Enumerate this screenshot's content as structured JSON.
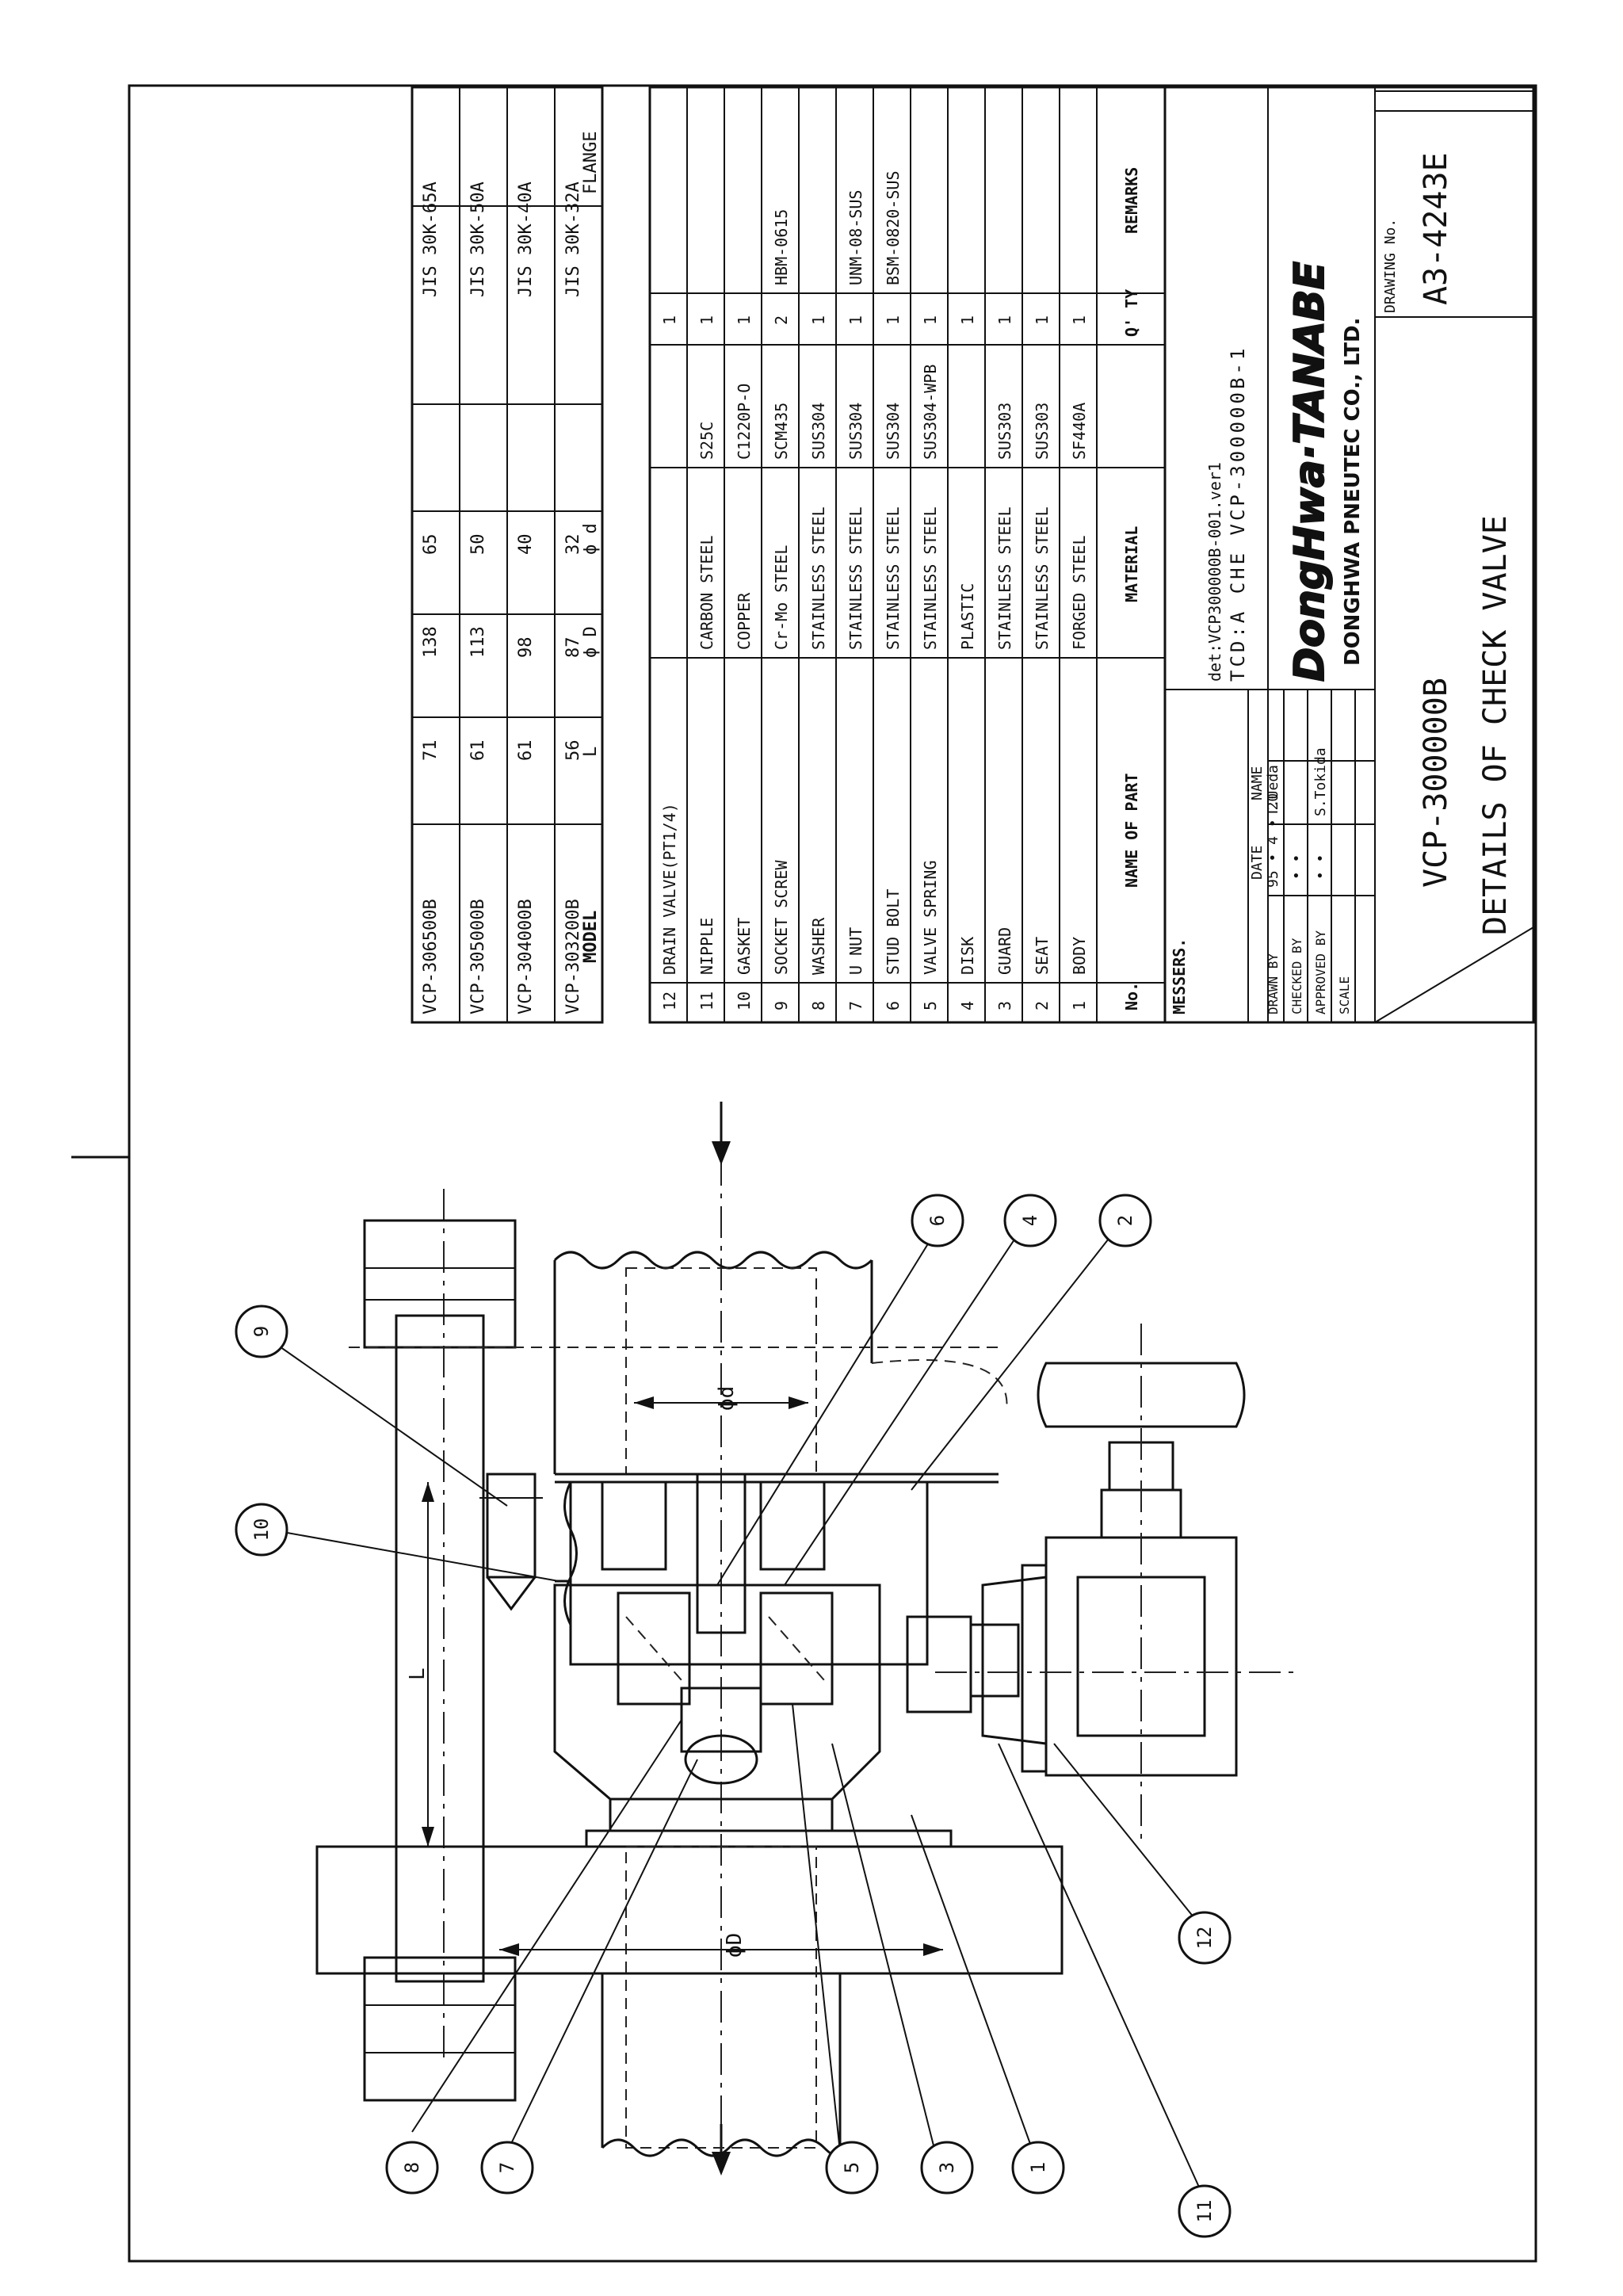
{
  "flange_table": {
    "headers": {
      "model": "MODEL",
      "l": "L",
      "d_outer": "ϕ D",
      "d_inner": "ϕ d",
      "flange": "FLANGE"
    },
    "rows": [
      {
        "model": "VCP-306500B",
        "l": "71",
        "d_outer": "138",
        "d_inner": "65",
        "flange": "JIS 30K-65A"
      },
      {
        "model": "VCP-305000B",
        "l": "61",
        "d_outer": "113",
        "d_inner": "50",
        "flange": "JIS 30K-50A"
      },
      {
        "model": "VCP-304000B",
        "l": "61",
        "d_outer": "98",
        "d_inner": "40",
        "flange": "JIS 30K-40A"
      },
      {
        "model": "VCP-303200B",
        "l": "56",
        "d_outer": "87",
        "d_inner": "32",
        "flange": "JIS 30K-32A"
      }
    ]
  },
  "parts_table": {
    "headers": {
      "no": "No.",
      "name": "NAME OF PART",
      "material": "MATERIAL",
      "qty": "Q' TY",
      "remarks": "REMARKS"
    },
    "rows": [
      {
        "no": "12",
        "name": "DRAIN VALVE(PT1/4)",
        "material1": "",
        "material2": "",
        "qty": "1",
        "remarks": ""
      },
      {
        "no": "11",
        "name": "NIPPLE",
        "material1": "CARBON STEEL",
        "material2": "S25C",
        "qty": "1",
        "remarks": ""
      },
      {
        "no": "10",
        "name": "GASKET",
        "material1": "COPPER",
        "material2": "C1220P-O",
        "qty": "1",
        "remarks": ""
      },
      {
        "no": "9",
        "name": "SOCKET SCREW",
        "material1": "Cr-Mo STEEL",
        "material2": "SCM435",
        "qty": "2",
        "remarks": "HBM-0615"
      },
      {
        "no": "8",
        "name": "WASHER",
        "material1": "STAINLESS STEEL",
        "material2": "SUS304",
        "qty": "1",
        "remarks": ""
      },
      {
        "no": "7",
        "name": "U NUT",
        "material1": "STAINLESS STEEL",
        "material2": "SUS304",
        "qty": "1",
        "remarks": "UNM-08-SUS"
      },
      {
        "no": "6",
        "name": "STUD BOLT",
        "material1": "STAINLESS STEEL",
        "material2": "SUS304",
        "qty": "1",
        "remarks": "BSM-0820-SUS"
      },
      {
        "no": "5",
        "name": "VALVE SPRING",
        "material1": "STAINLESS STEEL",
        "material2": "SUS304-WPB",
        "qty": "1",
        "remarks": ""
      },
      {
        "no": "4",
        "name": "DISK",
        "material1": "PLASTIC",
        "material2": "",
        "qty": "1",
        "remarks": ""
      },
      {
        "no": "3",
        "name": "GUARD",
        "material1": "STAINLESS STEEL",
        "material2": "SUS303",
        "qty": "1",
        "remarks": ""
      },
      {
        "no": "2",
        "name": "SEAT",
        "material1": "STAINLESS STEEL",
        "material2": "SUS303",
        "qty": "1",
        "remarks": ""
      },
      {
        "no": "1",
        "name": "BODY",
        "material1": "FORGED STEEL",
        "material2": "SF440A",
        "qty": "1",
        "remarks": ""
      }
    ]
  },
  "title_block": {
    "messers": "MESSERS.",
    "date_label": "DATE",
    "name_label": "NAME",
    "drawn_by": "DRAWN    BY",
    "checked_by": "CHECKED  BY",
    "approved_by": "APPROVED BY",
    "scale": "SCALE",
    "drawn_date": "95 • 4 • 20",
    "drawn_name": "T.Ueda",
    "checked_date": "•   •",
    "approved_date": "•   •",
    "approved_name": "S.Tokida",
    "file_ref1": "det:VCP300000B-001.ver1",
    "file_ref2": "TCD:A  CHE  VCP-300000B-1",
    "brand": "DongHwa·TANABE",
    "company": "DONGHWA PNEUTEC CO., LTD.",
    "drawing_no_label": "DRAWING No.",
    "drawing_no": "A3-4243E",
    "model": "VCP-300000B",
    "title": "DETAILS OF CHECK VALVE"
  },
  "drawing": {
    "dims": {
      "L": "L",
      "D": "ϕD",
      "d": "ϕd"
    },
    "callouts": [
      "1",
      "2",
      "3",
      "4",
      "5",
      "6",
      "7",
      "8",
      "9",
      "10",
      "11",
      "12"
    ]
  }
}
